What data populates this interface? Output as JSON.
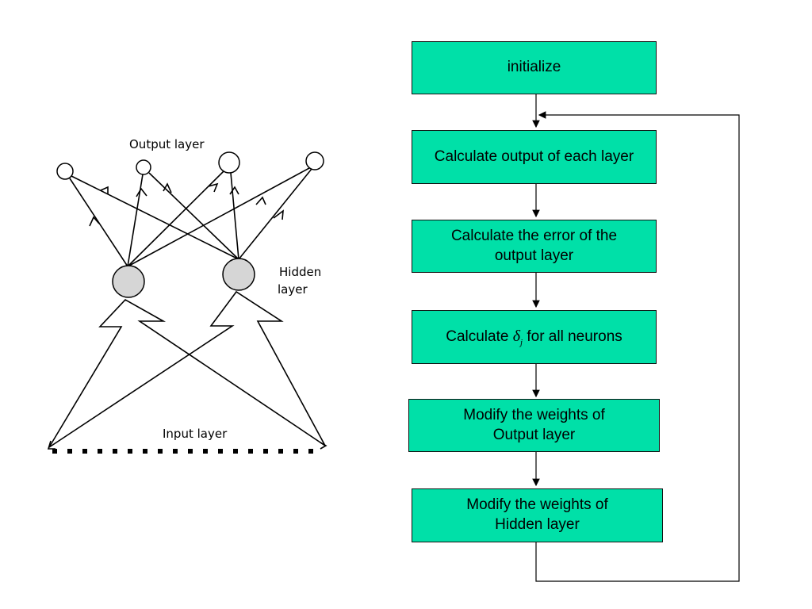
{
  "network": {
    "output_label": "Output layer",
    "hidden_label_line1": "Hidden",
    "hidden_label_line2": "layer",
    "input_label": "Input layer"
  },
  "flowchart": {
    "steps": [
      {
        "line1": "initialize",
        "line2": ""
      },
      {
        "line1": "Calculate output of each layer",
        "line2": ""
      },
      {
        "line1": "Calculate the error of the",
        "line2": "output layer"
      },
      {
        "prefix": "Calculate ",
        "symbol": "δ",
        "subscript": "j",
        "suffix": " for all neurons"
      },
      {
        "line1": "Modify the weights of",
        "line2": "Output layer"
      },
      {
        "line1": "Modify the weights of",
        "line2": "Hidden layer"
      }
    ]
  },
  "colors": {
    "box_fill": "#00e0a8",
    "line": "#000000"
  }
}
